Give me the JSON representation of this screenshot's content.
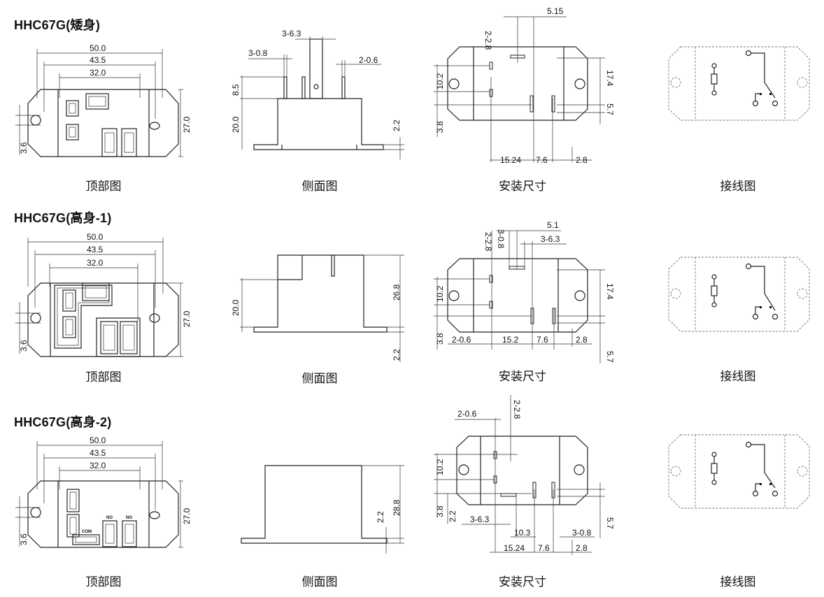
{
  "sections": [
    {
      "title": "HHC67G(矮身)",
      "captions": {
        "top": "顶部图",
        "side": "侧面图",
        "mount": "安装尺寸",
        "wiring": "接线图"
      },
      "top_dims": [
        "50.0",
        "43.5",
        "32.0",
        "27.0",
        "3.6"
      ],
      "side_dims": [
        "3-6.3",
        "3-0.8",
        "2-0.6",
        "8.5",
        "20.0",
        "2.2"
      ],
      "mount_dims": [
        "2-2.8",
        "5.15",
        "10.2",
        "17.4",
        "5.7",
        "3.8",
        "15.24",
        "7.6",
        "2.8"
      ]
    },
    {
      "title": "HHC67G(高身-1)",
      "captions": {
        "top": "顶部图",
        "side": "侧面图",
        "mount": "安装尺寸",
        "wiring": "接线图"
      },
      "top_dims": [
        "50.0",
        "43.5",
        "32.0",
        "27.0",
        "3.6"
      ],
      "side_dims": [
        "20.0",
        "26.8",
        "2.2"
      ],
      "mount_dims": [
        "2-2.8",
        "3-0.8",
        "5.1",
        "3-6.3",
        "10.2",
        "17.4",
        "3.8",
        "2-0.6",
        "15.2",
        "7.6",
        "2.8",
        "5.7"
      ]
    },
    {
      "title": "HHC67G(高身-2)",
      "captions": {
        "top": "顶部图",
        "side": "侧面图",
        "mount": "安装尺寸",
        "wiring": "接线图"
      },
      "top_dims": [
        "50.0",
        "43.5",
        "32.0",
        "27.0",
        "3.6"
      ],
      "top_pin_labels": [
        "NO",
        "NO",
        "COM"
      ],
      "side_dims": [
        "2.2",
        "28.8"
      ],
      "mount_dims": [
        "2-0.6",
        "2-2.8",
        "10.2",
        "3.8",
        "2.2",
        "3-6.3",
        "10.3",
        "3-0.8",
        "5.7",
        "15.24",
        "7.6",
        "2.8"
      ]
    }
  ]
}
